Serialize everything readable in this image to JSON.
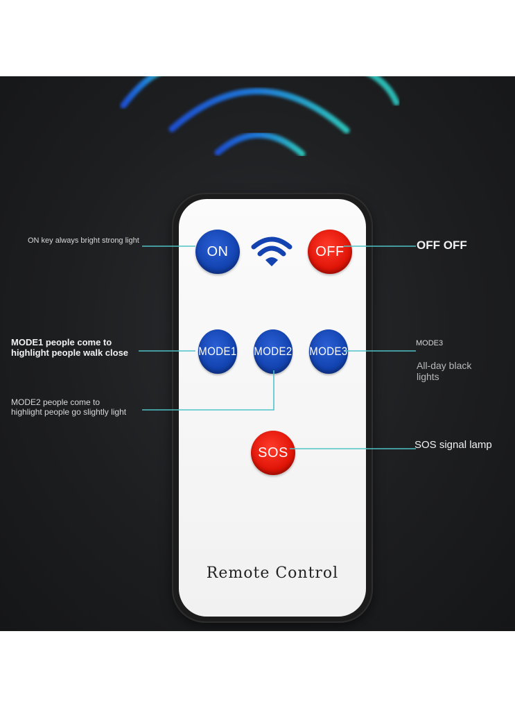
{
  "remote": {
    "buttons": {
      "on": "ON",
      "off": "OFF",
      "mode1": "MODE1",
      "mode2": "MODE2",
      "mode3": "MODE3",
      "sos": "SOS"
    },
    "label": "Remote Control"
  },
  "annotations": {
    "on": "ON key always bright strong light",
    "off": "OFF OFF",
    "mode1_line1": "MODE1 people come to",
    "mode1_line2": "highlight people walk close",
    "mode2_line1": "MODE2 people come to",
    "mode2_line2": "highlight people go slightly light",
    "mode3_title": "MODE3",
    "mode3_line1": "All-day black",
    "mode3_line2": "lights",
    "sos": "SOS signal lamp"
  },
  "icons": [
    "wifi-icon",
    "signal-arcs-icon"
  ],
  "colors": {
    "background": "#1d1e20",
    "button_blue": "#1343b0",
    "button_red": "#e01508",
    "leader_line": "#4fc3c8",
    "arc_blue": "#1e5bd6",
    "arc_teal": "#2bb7b3"
  }
}
